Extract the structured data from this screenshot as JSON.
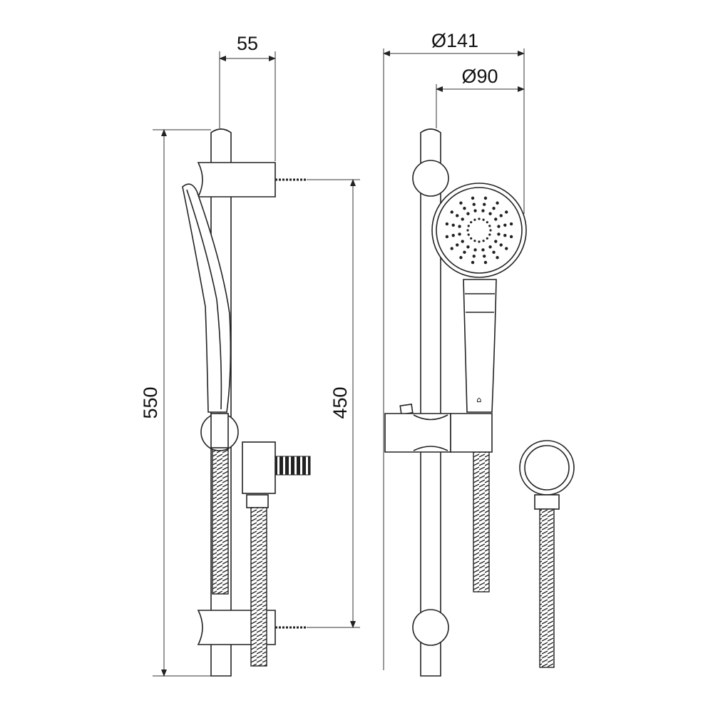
{
  "dimensions": {
    "rail_offset": "55",
    "overall_height": "550",
    "bracket_spacing": "450",
    "head_length": "Ø141",
    "head_diameter": "Ø90"
  },
  "colors": {
    "line": "#222222",
    "background": "#ffffff"
  }
}
